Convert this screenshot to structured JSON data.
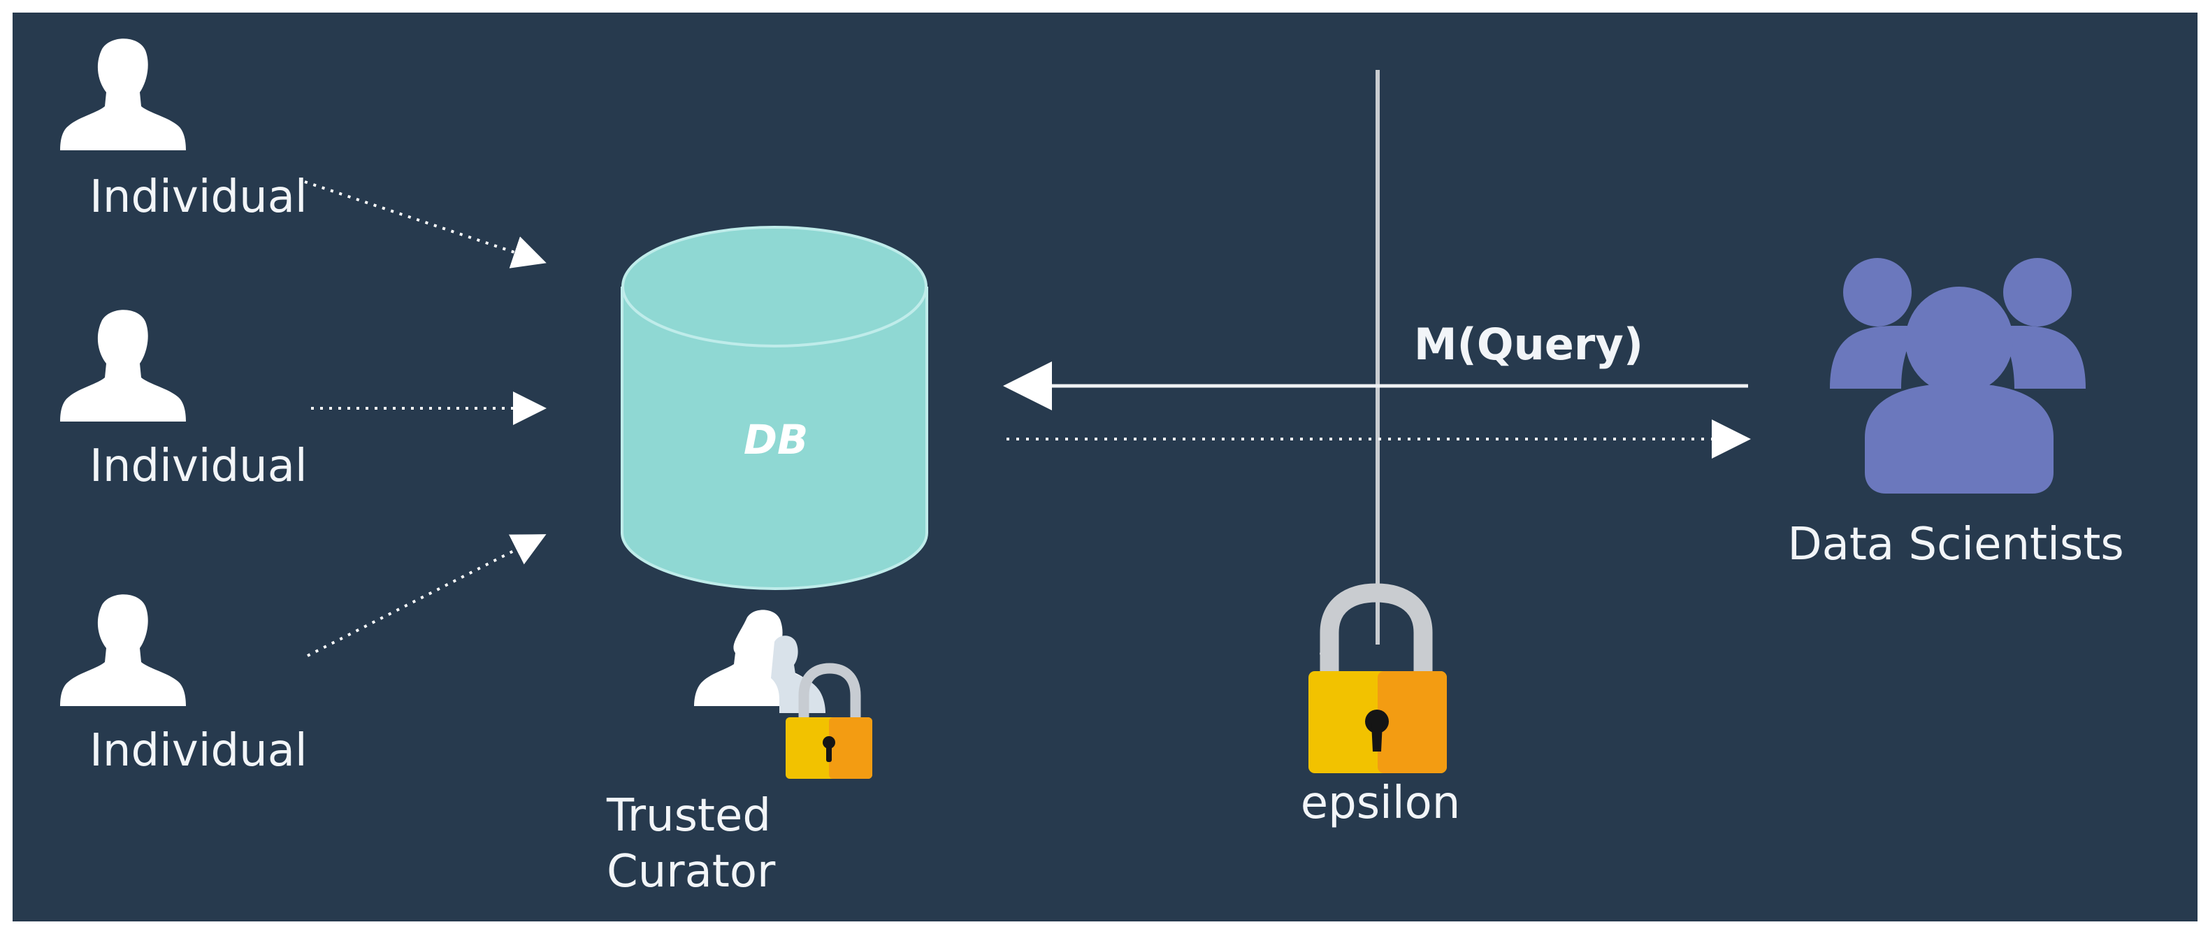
{
  "nodes": {
    "individual_top": "Individual",
    "individual_middle": "Individual",
    "individual_bottom": "Individual",
    "database": "DB",
    "curator_line1": "Trusted",
    "curator_line2": "Curator",
    "privacy": "epsilon",
    "consumers": "Data Scientists"
  },
  "edges": {
    "query": "M(Query)"
  },
  "icons": {
    "individual": "person-icon",
    "database": "database-cylinder-icon",
    "curator": "curator-lock-icon",
    "privacy": "padlock-icon",
    "consumers": "user-group-icon"
  },
  "colors": {
    "background": "#273a4e",
    "database": "#8fd8d3",
    "data_scientists": "#6b78bd",
    "lock_yellow": "#f2c200",
    "lock_orange": "#f39c12",
    "text": "#f2f5f8"
  }
}
